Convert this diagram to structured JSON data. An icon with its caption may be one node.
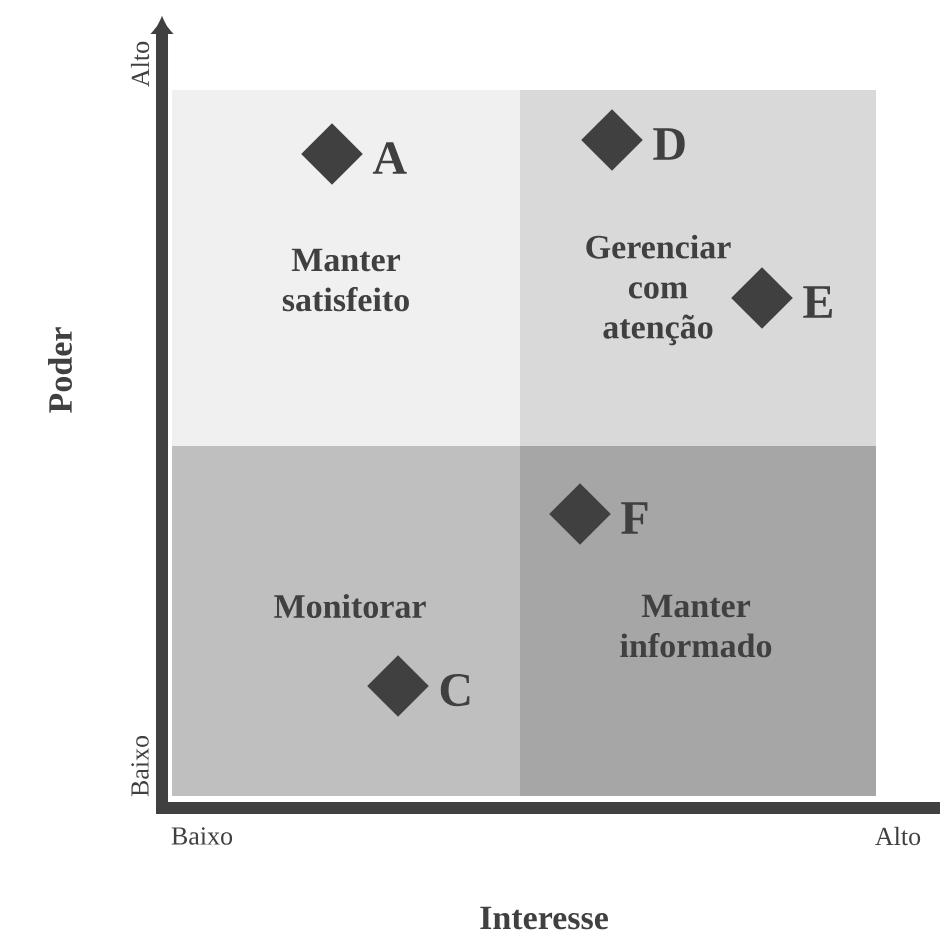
{
  "diagram": {
    "nodes": [
      {
        "text": [
          "Manter satisfeito"
        ]
      },
      {
        "text": [
          "Gerenciar com atenção"
        ]
      },
      {
        "text": [
          "Monitorar"
        ]
      },
      {
        "text": [
          "Manter informado"
        ]
      },
      {
        "text": [],
        "shape": "diamond",
        "beside": [
          "A"
        ],
        "in": 0
      },
      {
        "text": [],
        "shape": "diamond",
        "beside": [
          "D"
        ],
        "in": 1
      },
      {
        "text": [],
        "shape": "diamond",
        "beside": [
          "E"
        ],
        "in": 1
      },
      {
        "text": [],
        "shape": "diamond",
        "beside": [
          "F"
        ],
        "in": 3
      },
      {
        "text": [],
        "shape": "diamond",
        "beside": [
          "C"
        ],
        "in": 2
      }
    ],
    "labels": [
      "Alto",
      "Poder",
      "Baixo",
      "Baixo",
      "Alto",
      "Interesse"
    ]
  }
}
